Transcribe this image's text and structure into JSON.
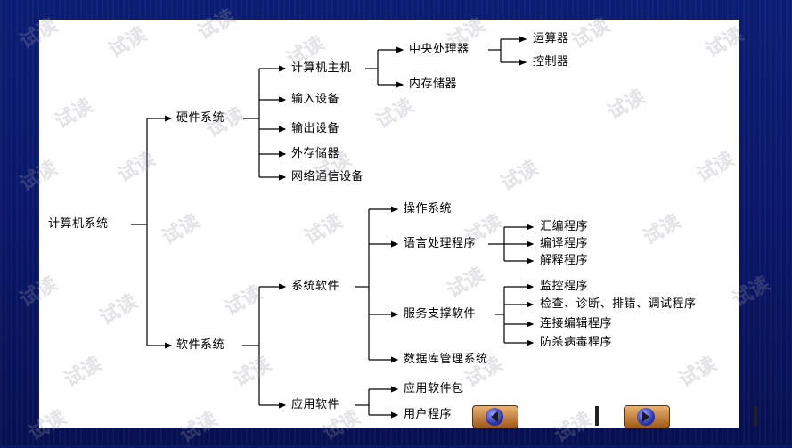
{
  "tree": {
    "root": "计算机系统",
    "hardware": "硬件系统",
    "hardware_children": [
      "计算机主机",
      "输入设备",
      "输出设备",
      "外存储器",
      "网络通信设备"
    ],
    "host_children": [
      "中央处理器",
      "内存储器"
    ],
    "cpu_children": [
      "运算器",
      "控制器"
    ],
    "software": "软件系统",
    "system_software": "系统软件",
    "system_children": [
      "操作系统",
      "语言处理程序",
      "服务支撑软件",
      "数据库管理系统"
    ],
    "lang_children": [
      "汇编程序",
      "编译程序",
      "解释程序"
    ],
    "service_children": [
      "监控程序",
      "检查、诊断、排错、调试程序",
      "连接编辑程序",
      "防杀病毒程序"
    ],
    "app_software": "应用软件",
    "app_children": [
      "应用软件包",
      "用户程序"
    ]
  },
  "watermark": "试读",
  "nav": {
    "prev_icon": "arrow-left-icon",
    "next_icon": "arrow-right-icon"
  },
  "colors": {
    "background": "#0a1a6a",
    "panel": "#ffffff",
    "line": "#000000"
  }
}
